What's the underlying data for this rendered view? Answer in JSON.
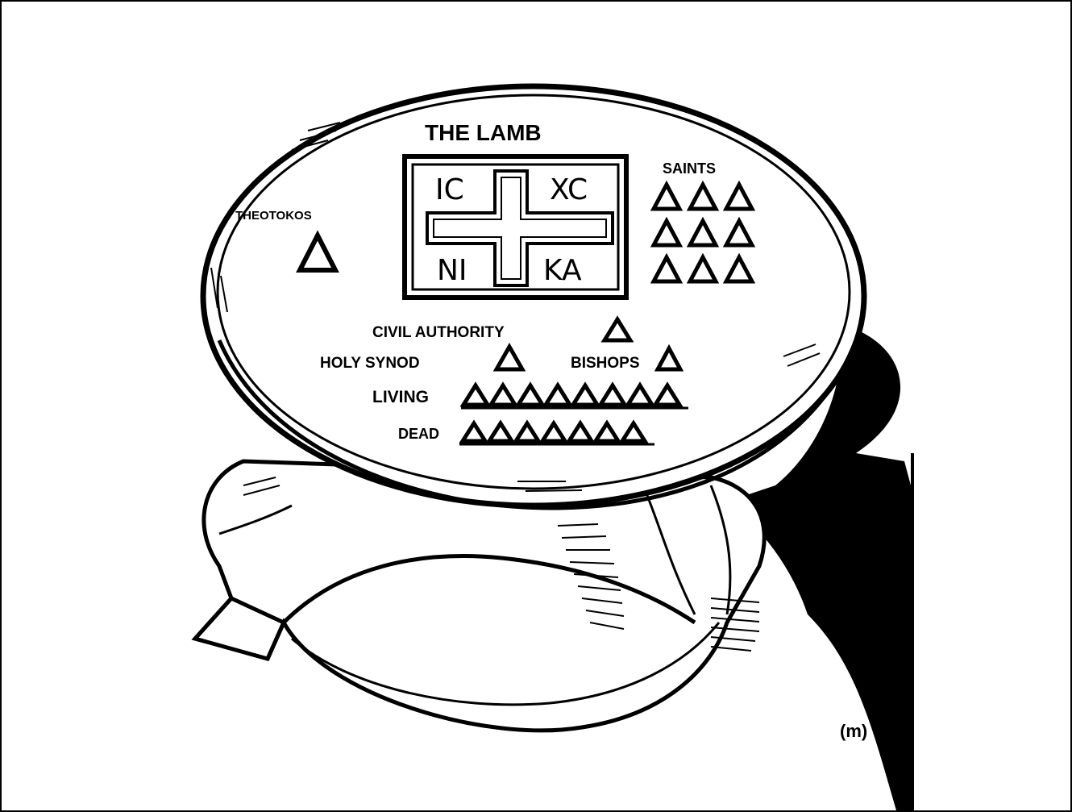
{
  "image": {
    "description_free": true
  },
  "diskos": {
    "title": "THE LAMB",
    "cross_letters": {
      "top_left": "IC",
      "top_right": "XC",
      "bottom_left": "NI",
      "bottom_right": "KA"
    },
    "theotokos_label": "THEOTOKOS",
    "saints_label": "SAINTS",
    "civil_authority_label": "CIVIL AUTHORITY",
    "holy_synod_label": "HOLY SYNOD",
    "bishops_label": "BISHOPS",
    "living_label": "LIVING",
    "dead_label": "DEAD",
    "living_count": 8,
    "dead_count": 7,
    "saints_count": 9
  },
  "signature": "(m)"
}
